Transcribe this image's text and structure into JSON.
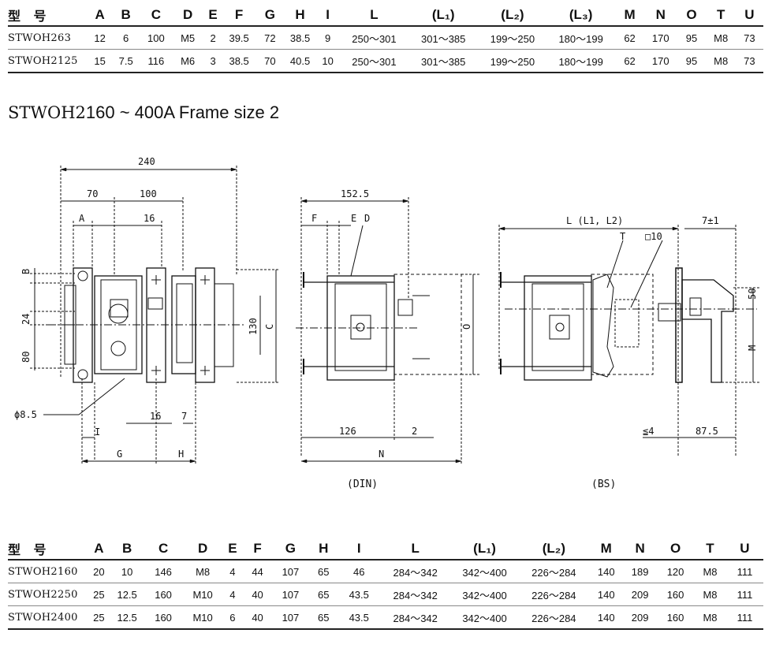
{
  "table1": {
    "headers": [
      "型 号",
      "A",
      "B",
      "C",
      "D",
      "E",
      "F",
      "G",
      "H",
      "I",
      "L",
      "(L₁)",
      "(L₂)",
      "(L₃)",
      "M",
      "N",
      "O",
      "T",
      "U"
    ],
    "rows": [
      [
        "STWOH263",
        "12",
        "6",
        "100",
        "M5",
        "2",
        "39.5",
        "72",
        "38.5",
        "9",
        "250～301",
        "301～385",
        "199～250",
        "180～199",
        "62",
        "170",
        "95",
        "M8",
        "73"
      ],
      [
        "STWOH2125",
        "15",
        "7.5",
        "116",
        "M6",
        "3",
        "38.5",
        "70",
        "40.5",
        "10",
        "250～301",
        "301～385",
        "199～250",
        "180～199",
        "62",
        "170",
        "95",
        "M8",
        "73"
      ]
    ]
  },
  "frame_title": {
    "prefix": "STWOH2",
    "rest": "160 ~ 400A Frame size 2"
  },
  "drawing": {
    "front": {
      "d_240": "240",
      "d_70": "70",
      "d_100": "100",
      "d_A": "A",
      "d_16a": "16",
      "d_B": "B",
      "d_24": "24",
      "d_80": "80",
      "d_130": "130",
      "d_C": "C",
      "d_phi": "ϕ8.5",
      "d_I": "I",
      "d_16b": "16",
      "d_7": "7",
      "d_G": "G",
      "d_H": "H"
    },
    "din": {
      "d_152": "152.5",
      "d_F": "F",
      "d_E": "E",
      "d_D": "D",
      "d_O": "O",
      "d_126": "126",
      "d_2": "2",
      "d_N": "N",
      "caption": "(DIN)"
    },
    "bs": {
      "d_L": "L (L1, L2)",
      "d_T": "T",
      "d_sq": "□10",
      "d_7pm": "7±1",
      "d_50": "50",
      "d_M": "M",
      "d_le4": "≦4",
      "d_875": "87.5",
      "caption": "(BS)"
    }
  },
  "table2": {
    "headers": [
      "型 号",
      "A",
      "B",
      "C",
      "D",
      "E",
      "F",
      "G",
      "H",
      "I",
      "L",
      "(L₁)",
      "(L₂)",
      "M",
      "N",
      "O",
      "T",
      "U"
    ],
    "rows": [
      [
        "STWOH2160",
        "20",
        "10",
        "146",
        "M8",
        "4",
        "44",
        "107",
        "65",
        "46",
        "284～342",
        "342～400",
        "226～284",
        "140",
        "189",
        "120",
        "M8",
        "111"
      ],
      [
        "STWOH2250",
        "25",
        "12.5",
        "160",
        "M10",
        "4",
        "40",
        "107",
        "65",
        "43.5",
        "284～342",
        "342～400",
        "226～284",
        "140",
        "209",
        "160",
        "M8",
        "111"
      ],
      [
        "STWOH2400",
        "25",
        "12.5",
        "160",
        "M10",
        "6",
        "40",
        "107",
        "65",
        "43.5",
        "284～342",
        "342～400",
        "226～284",
        "140",
        "209",
        "160",
        "M8",
        "111"
      ]
    ]
  }
}
